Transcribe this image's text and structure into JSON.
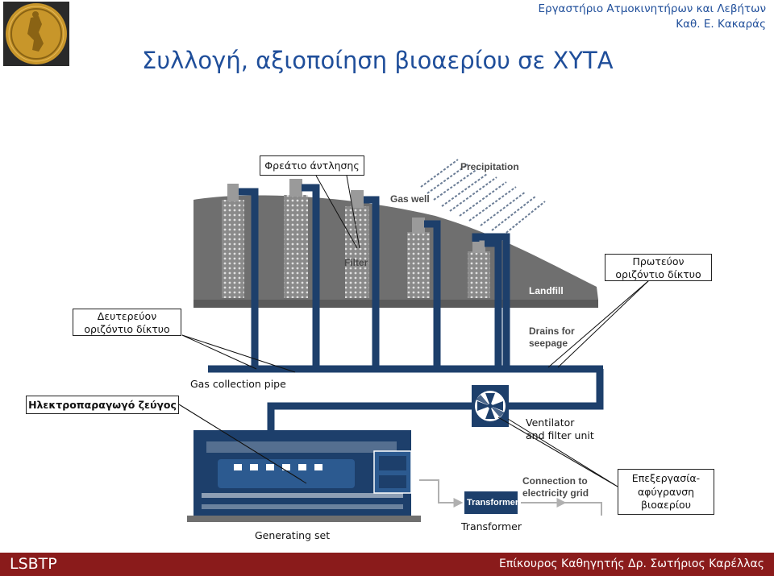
{
  "header": {
    "lab_name": "Εργαστήριο Ατμοκινητήρων και Λεβήτων",
    "professor": "Καθ. Ε. Κακαράς"
  },
  "title": "Συλλογή, αξιοποίηση βιοαερίου σε ΧΥΤΑ",
  "callouts": {
    "extraction_well": "Φρεάτιο άντλησης",
    "primary_network_1": "Πρωτεύον",
    "primary_network_2": "οριζόντιο δίκτυο",
    "secondary_network_1": "Δευτερεύον",
    "secondary_network_2": "οριζόντιο δίκτυο",
    "generator": "Ηλεκτροπαραγωγό ζεύγος",
    "processing_1": "Επεξεργασία-",
    "processing_2": "αφύγρανση",
    "processing_3": "βιοαερίου"
  },
  "labels": {
    "gas_collection_pipe": "Gas collection pipe",
    "ventilator_1": "Ventilator",
    "ventilator_2": "and filter unit",
    "generating_set": "Generating set",
    "transformer": "Transformer"
  },
  "diagram_labels": {
    "precipitation": "Precipitation",
    "gas_well": "Gas well",
    "filter": "Filter",
    "landfill": "Landfill",
    "drains_1": "Drains for",
    "drains_2": "seepage",
    "connection_1": "Connection to",
    "connection_2": "electricity grid",
    "transformer_box": "Transformer"
  },
  "footer": {
    "left": "LSBTP",
    "right": "Επίκουρος Καθηγητής Δρ. Σωτήριος Καρέλλας"
  },
  "colors": {
    "title_blue": "#1f4e9a",
    "pipe_navy": "#1d3f6b",
    "landfill_gray": "#6f6f6f",
    "footer_red": "#8a1b1b"
  }
}
